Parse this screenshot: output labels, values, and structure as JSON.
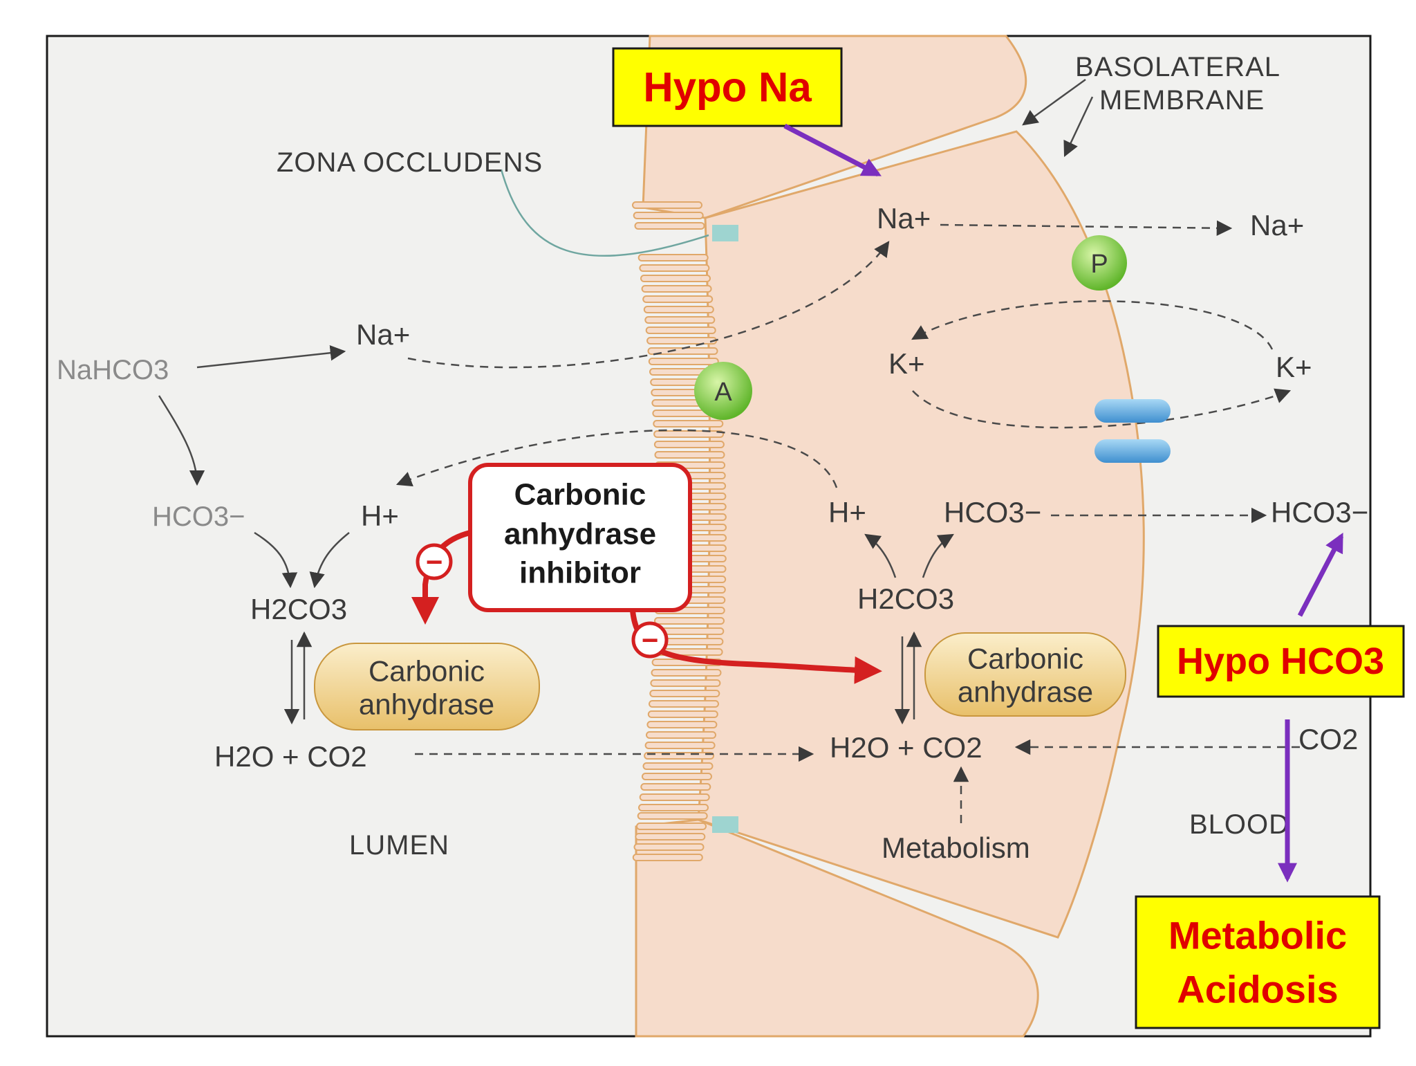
{
  "labels": {
    "zona_occludens": "ZONA OCCLUDENS",
    "basolateral": "BASOLATERAL",
    "membrane": "MEMBRANE",
    "nahco3": "NaHCO3",
    "na_lumen": "Na+",
    "na_cell": "Na+",
    "na_blood": "Na+",
    "k_cell": "K+",
    "k_blood": "K+",
    "hco3_lumen": "HCO3−",
    "h_lumen": "H+",
    "h2co3_lumen": "H2CO3",
    "h2o_co2_lumen": "H2O + CO2",
    "h_cell": "H+",
    "hco3_cell": "HCO3−",
    "h2co3_cell": "H2CO3",
    "h2o_co2_cell": "H2O + CO2",
    "hco3_blood": "HCO3−",
    "co2_blood": "CO2",
    "lumen": "LUMEN",
    "metabolism": "Metabolism",
    "blood": "BLOOD",
    "transporter_a": "A",
    "transporter_p": "P",
    "enzyme_lumen_l1": "Carbonic",
    "enzyme_lumen_l2": "anhydrase",
    "enzyme_cell_l1": "Carbonic",
    "enzyme_cell_l2": "anhydrase",
    "inhibitor_l1": "Carbonic",
    "inhibitor_l2": "anhydrase",
    "inhibitor_l3": "inhibitor",
    "minus_sign": "−"
  },
  "annotations": {
    "hypo_na": "Hypo Na",
    "hypo_hco3": "Hypo HCO3",
    "metabolic_acidosis_l1": "Metabolic",
    "metabolic_acidosis_l2": "Acidosis"
  },
  "colors": {
    "cell_fill": "#f6dccb",
    "cell_border": "#e0a86a",
    "annotation_box": "#ffff00",
    "annotation_text": "#e00000",
    "annotation_arrow": "#7b2fbe",
    "inhibitor_border": "#d42020",
    "inhibitor_arrow": "#d42020",
    "transporter_green": "#7ccd3a",
    "channel_blue": "#4a9fd8",
    "enzyme_fill": "#f2d28a"
  }
}
